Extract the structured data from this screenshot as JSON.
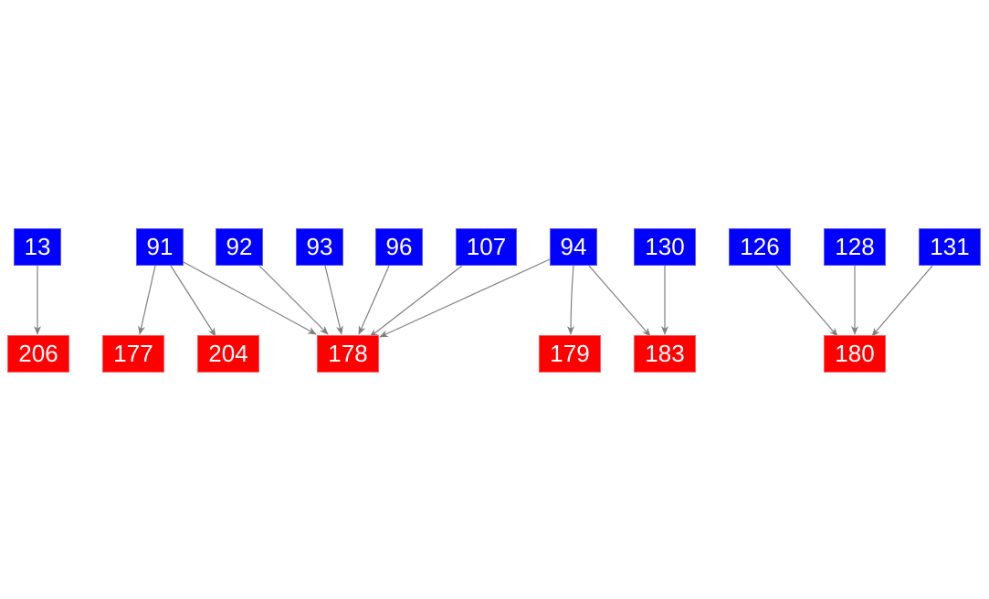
{
  "colors": {
    "source": "#0000ff",
    "target": "#ff0000",
    "edge": "#808080",
    "text": "#ffffff"
  },
  "nodes": [
    {
      "id": "13",
      "label": "13",
      "kind": "source"
    },
    {
      "id": "91",
      "label": "91",
      "kind": "source"
    },
    {
      "id": "92",
      "label": "92",
      "kind": "source"
    },
    {
      "id": "93",
      "label": "93",
      "kind": "source"
    },
    {
      "id": "96",
      "label": "96",
      "kind": "source"
    },
    {
      "id": "107",
      "label": "107",
      "kind": "source"
    },
    {
      "id": "94",
      "label": "94",
      "kind": "source"
    },
    {
      "id": "130",
      "label": "130",
      "kind": "source"
    },
    {
      "id": "126",
      "label": "126",
      "kind": "source"
    },
    {
      "id": "128",
      "label": "128",
      "kind": "source"
    },
    {
      "id": "131",
      "label": "131",
      "kind": "source"
    },
    {
      "id": "206",
      "label": "206",
      "kind": "target"
    },
    {
      "id": "177",
      "label": "177",
      "kind": "target"
    },
    {
      "id": "204",
      "label": "204",
      "kind": "target"
    },
    {
      "id": "178",
      "label": "178",
      "kind": "target"
    },
    {
      "id": "179",
      "label": "179",
      "kind": "target"
    },
    {
      "id": "183",
      "label": "183",
      "kind": "target"
    },
    {
      "id": "180",
      "label": "180",
      "kind": "target"
    }
  ],
  "edges": [
    {
      "from": "13",
      "to": "206"
    },
    {
      "from": "91",
      "to": "177"
    },
    {
      "from": "91",
      "to": "204"
    },
    {
      "from": "91",
      "to": "178"
    },
    {
      "from": "92",
      "to": "178"
    },
    {
      "from": "93",
      "to": "178"
    },
    {
      "from": "96",
      "to": "178"
    },
    {
      "from": "107",
      "to": "178"
    },
    {
      "from": "94",
      "to": "178"
    },
    {
      "from": "94",
      "to": "179"
    },
    {
      "from": "94",
      "to": "183"
    },
    {
      "from": "130",
      "to": "183"
    },
    {
      "from": "126",
      "to": "180"
    },
    {
      "from": "128",
      "to": "180"
    },
    {
      "from": "131",
      "to": "180"
    }
  ]
}
